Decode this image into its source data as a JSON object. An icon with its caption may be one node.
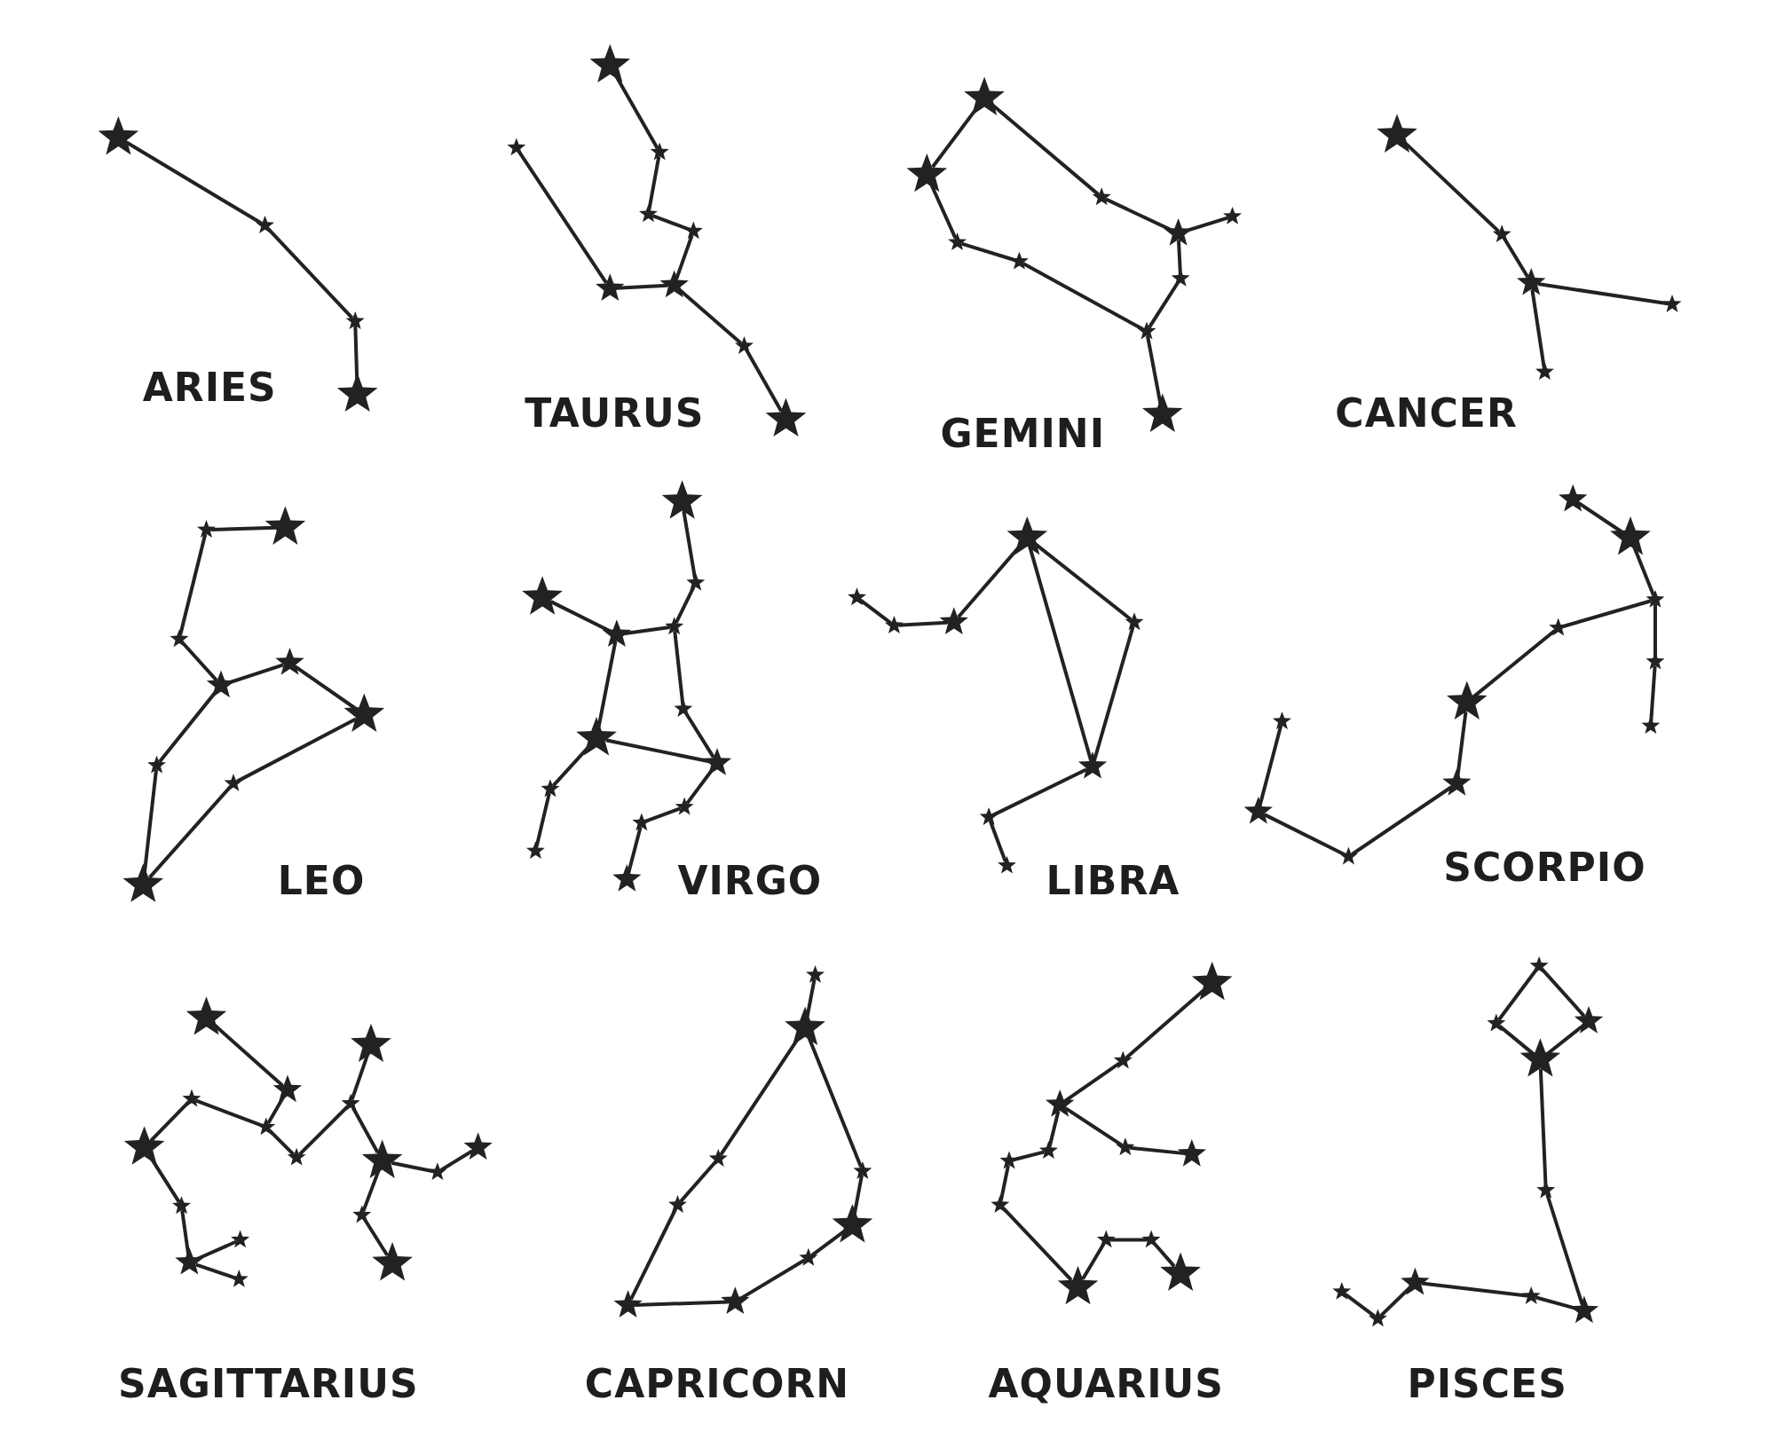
{
  "diagram": {
    "nodes": [
      {
        "text": [],
        "shape": "star"
      },
      {
        "text": [],
        "shape": "star"
      },
      {
        "text": [],
        "shape": "star"
      },
      {
        "text": [],
        "shape": "star"
      },
      {
        "text": [],
        "shape": "star"
      },
      {
        "text": [],
        "shape": "star"
      },
      {
        "text": [],
        "shape": "star"
      },
      {
        "text": [],
        "shape": "star"
      },
      {
        "text": [],
        "shape": "star"
      },
      {
        "text": [],
        "shape": "star"
      },
      {
        "text": [],
        "shape": "star"
      },
      {
        "text": [],
        "shape": "star"
      },
      {
        "text": [],
        "shape": "star"
      },
      {
        "text": [],
        "shape": "star"
      },
      {
        "text": [],
        "shape": "star"
      },
      {
        "text": [],
        "shape": "star"
      },
      {
        "text": [],
        "shape": "star"
      },
      {
        "text": [],
        "shape": "star"
      },
      {
        "text": [],
        "shape": "star"
      },
      {
        "text": [],
        "shape": "star"
      },
      {
        "text": [],
        "shape": "star"
      },
      {
        "text": [],
        "shape": "star"
      },
      {
        "text": [],
        "shape": "star"
      },
      {
        "text": [],
        "shape": "star"
      },
      {
        "text": [],
        "shape": "star"
      },
      {
        "text": [],
        "shape": "star"
      },
      {
        "text": [],
        "shape": "star"
      },
      {
        "text": [],
        "shape": "star"
      },
      {
        "text": [],
        "shape": "star"
      },
      {
        "text": [],
        "shape": "star"
      },
      {
        "text": [],
        "shape": "star"
      },
      {
        "text": [],
        "shape": "star"
      },
      {
        "text": [],
        "shape": "star"
      },
      {
        "text": [],
        "shape": "star"
      },
      {
        "text": [],
        "shape": "star"
      },
      {
        "text": [],
        "shape": "star"
      },
      {
        "text": [],
        "shape": "star"
      },
      {
        "text": [],
        "shape": "star"
      },
      {
        "text": [],
        "shape": "star"
      },
      {
        "text": [],
        "shape": "star"
      },
      {
        "text": [],
        "shape": "star"
      },
      {
        "text": [],
        "shape": "star"
      },
      {
        "text": [],
        "shape": "star"
      },
      {
        "text": [],
        "shape": "star"
      },
      {
        "text": [],
        "shape": "star"
      },
      {
        "text": [],
        "shape": "star"
      },
      {
        "text": [],
        "shape": "star"
      },
      {
        "text": [],
        "shape": "star"
      },
      {
        "text": [],
        "shape": "star"
      },
      {
        "text": [],
        "shape": "star"
      },
      {
        "text": [],
        "shape": "star"
      },
      {
        "text": [],
        "shape": "star"
      },
      {
        "text": [],
        "shape": "star"
      },
      {
        "text": [],
        "shape": "star"
      },
      {
        "text": [],
        "shape": "star"
      },
      {
        "text": [],
        "shape": "star"
      },
      {
        "text": [],
        "shape": "star"
      },
      {
        "text": [],
        "shape": "star"
      },
      {
        "text": [],
        "shape": "star"
      },
      {
        "text": [],
        "shape": "star"
      },
      {
        "text": [],
        "shape": "star"
      },
      {
        "text": [],
        "shape": "star"
      },
      {
        "text": [],
        "shape": "star"
      },
      {
        "text": [],
        "shape": "star"
      },
      {
        "text": [],
        "shape": "star"
      },
      {
        "text": [],
        "shape": "star"
      },
      {
        "text": [],
        "shape": "star"
      },
      {
        "text": [],
        "shape": "star"
      },
      {
        "text": [],
        "shape": "star"
      },
      {
        "text": [],
        "shape": "star"
      },
      {
        "text": [],
        "shape": "star"
      },
      {
        "text": [],
        "shape": "star"
      },
      {
        "text": [],
        "shape": "star"
      },
      {
        "text": [],
        "shape": "star"
      },
      {
        "text": [],
        "shape": "star"
      },
      {
        "text": [],
        "shape": "star"
      },
      {
        "text": [],
        "shape": "star"
      },
      {
        "text": [],
        "shape": "star"
      },
      {
        "text": [],
        "shape": "star"
      },
      {
        "text": [],
        "shape": "star"
      },
      {
        "text": [],
        "shape": "star"
      },
      {
        "text": [],
        "shape": "star"
      },
      {
        "text": [],
        "shape": "star"
      },
      {
        "text": [],
        "shape": "star"
      },
      {
        "text": [],
        "shape": "star"
      },
      {
        "text": [],
        "shape": "star"
      },
      {
        "text": [],
        "shape": "star"
      },
      {
        "text": [],
        "shape": "star"
      },
      {
        "text": [],
        "shape": "star"
      },
      {
        "text": [],
        "shape": "star"
      },
      {
        "text": [],
        "shape": "star"
      },
      {
        "text": [],
        "shape": "star"
      },
      {
        "text": [],
        "shape": "star"
      },
      {
        "text": [],
        "shape": "star"
      },
      {
        "text": [],
        "shape": "star"
      },
      {
        "text": [],
        "shape": "star"
      },
      {
        "text": [],
        "shape": "star"
      },
      {
        "text": [],
        "shape": "star"
      },
      {
        "text": [],
        "shape": "star"
      },
      {
        "text": [],
        "shape": "star"
      },
      {
        "text": [],
        "shape": "star"
      },
      {
        "text": [],
        "shape": "star"
      },
      {
        "text": [],
        "shape": "star"
      },
      {
        "text": [],
        "shape": "star"
      },
      {
        "text": [],
        "shape": "star"
      },
      {
        "text": [],
        "shape": "star"
      },
      {
        "text": [],
        "shape": "star"
      },
      {
        "text": [],
        "shape": "star"
      },
      {
        "text": [],
        "shape": "star"
      },
      {
        "text": [],
        "shape": "star"
      },
      {
        "text": [],
        "shape": "star"
      },
      {
        "text": [],
        "shape": "star"
      },
      {
        "text": [],
        "shape": "star"
      },
      {
        "text": [],
        "shape": "star"
      },
      {
        "text": [],
        "shape": "star"
      },
      {
        "text": [],
        "shape": "star"
      },
      {
        "text": [],
        "shape": "star"
      }
    ],
    "edges": [
      {
        "from": 0,
        "to": 1,
        "arrow": "none"
      },
      {
        "from": 1,
        "to": 2,
        "arrow": "none"
      },
      {
        "from": 2,
        "to": 3,
        "arrow": "none"
      },
      {
        "from": 4,
        "to": 5,
        "arrow": "none"
      },
      {
        "from": 5,
        "to": 6,
        "arrow": "none"
      },
      {
        "from": 6,
        "to": 7,
        "arrow": "none"
      },
      {
        "from": 7,
        "to": 8,
        "arrow": "none"
      },
      {
        "from": 8,
        "to": 9,
        "arrow": "none"
      },
      {
        "from": 9,
        "to": 10,
        "arrow": "none"
      },
      {
        "from": 8,
        "to": 11,
        "arrow": "none"
      },
      {
        "from": 11,
        "to": 12,
        "arrow": "none"
      },
      {
        "from": 13,
        "to": 14,
        "arrow": "none"
      },
      {
        "from": 14,
        "to": 15,
        "arrow": "none"
      },
      {
        "from": 15,
        "to": 16,
        "arrow": "none"
      },
      {
        "from": 16,
        "to": 17,
        "arrow": "none"
      },
      {
        "from": 17,
        "to": 18,
        "arrow": "none"
      },
      {
        "from": 13,
        "to": 19,
        "arrow": "none"
      },
      {
        "from": 19,
        "to": 20,
        "arrow": "none"
      },
      {
        "from": 20,
        "to": 21,
        "arrow": "none"
      },
      {
        "from": 20,
        "to": 22,
        "arrow": "none"
      },
      {
        "from": 22,
        "to": 17,
        "arrow": "none"
      },
      {
        "from": 23,
        "to": 24,
        "arrow": "none"
      },
      {
        "from": 24,
        "to": 25,
        "arrow": "none"
      },
      {
        "from": 25,
        "to": 26,
        "arrow": "none"
      },
      {
        "from": 25,
        "to": 27,
        "arrow": "none"
      },
      {
        "from": 28,
        "to": 29,
        "arrow": "none"
      },
      {
        "from": 29,
        "to": 30,
        "arrow": "none"
      },
      {
        "from": 30,
        "to": 31,
        "arrow": "none"
      },
      {
        "from": 31,
        "to": 32,
        "arrow": "none"
      },
      {
        "from": 32,
        "to": 33,
        "arrow": "none"
      },
      {
        "from": 33,
        "to": 34,
        "arrow": "none"
      },
      {
        "from": 34,
        "to": 35,
        "arrow": "none"
      },
      {
        "from": 35,
        "to": 36,
        "arrow": "none"
      },
      {
        "from": 36,
        "to": 31,
        "arrow": "none"
      },
      {
        "from": 37,
        "to": 38,
        "arrow": "none"
      },
      {
        "from": 38,
        "to": 39,
        "arrow": "none"
      },
      {
        "from": 39,
        "to": 40,
        "arrow": "none"
      },
      {
        "from": 40,
        "to": 41,
        "arrow": "none"
      },
      {
        "from": 40,
        "to": 42,
        "arrow": "none"
      },
      {
        "from": 39,
        "to": 43,
        "arrow": "none"
      },
      {
        "from": 43,
        "to": 44,
        "arrow": "none"
      },
      {
        "from": 42,
        "to": 44,
        "arrow": "none"
      },
      {
        "from": 44,
        "to": 45,
        "arrow": "none"
      },
      {
        "from": 45,
        "to": 46,
        "arrow": "none"
      },
      {
        "from": 46,
        "to": 47,
        "arrow": "none"
      },
      {
        "from": 42,
        "to": 48,
        "arrow": "none"
      },
      {
        "from": 48,
        "to": 49,
        "arrow": "none"
      },
      {
        "from": 50,
        "to": 51,
        "arrow": "none"
      },
      {
        "from": 51,
        "to": 52,
        "arrow": "none"
      },
      {
        "from": 50,
        "to": 52,
        "arrow": "none"
      },
      {
        "from": 52,
        "to": 53,
        "arrow": "none"
      },
      {
        "from": 53,
        "to": 54,
        "arrow": "none"
      },
      {
        "from": 50,
        "to": 55,
        "arrow": "none"
      },
      {
        "from": 55,
        "to": 56,
        "arrow": "none"
      },
      {
        "from": 56,
        "to": 57,
        "arrow": "none"
      },
      {
        "from": 58,
        "to": 59,
        "arrow": "none"
      },
      {
        "from": 59,
        "to": 60,
        "arrow": "none"
      },
      {
        "from": 60,
        "to": 61,
        "arrow": "none"
      },
      {
        "from": 61,
        "to": 62,
        "arrow": "none"
      },
      {
        "from": 62,
        "to": 63,
        "arrow": "none"
      },
      {
        "from": 63,
        "to": 64,
        "arrow": "none"
      },
      {
        "from": 64,
        "to": 65,
        "arrow": "none"
      },
      {
        "from": 65,
        "to": 66,
        "arrow": "none"
      },
      {
        "from": 60,
        "to": 67,
        "arrow": "none"
      },
      {
        "from": 67,
        "to": 68,
        "arrow": "none"
      },
      {
        "from": 69,
        "to": 70,
        "arrow": "none"
      },
      {
        "from": 70,
        "to": 71,
        "arrow": "none"
      },
      {
        "from": 71,
        "to": 72,
        "arrow": "none"
      },
      {
        "from": 72,
        "to": 73,
        "arrow": "none"
      },
      {
        "from": 73,
        "to": 74,
        "arrow": "none"
      },
      {
        "from": 71,
        "to": 75,
        "arrow": "none"
      },
      {
        "from": 75,
        "to": 76,
        "arrow": "none"
      },
      {
        "from": 76,
        "to": 77,
        "arrow": "none"
      },
      {
        "from": 77,
        "to": 78,
        "arrow": "none"
      },
      {
        "from": 78,
        "to": 79,
        "arrow": "none"
      },
      {
        "from": 78,
        "to": 80,
        "arrow": "none"
      },
      {
        "from": 73,
        "to": 81,
        "arrow": "none"
      },
      {
        "from": 81,
        "to": 82,
        "arrow": "none"
      },
      {
        "from": 82,
        "to": 83,
        "arrow": "none"
      },
      {
        "from": 81,
        "to": 84,
        "arrow": "none"
      },
      {
        "from": 84,
        "to": 85,
        "arrow": "none"
      },
      {
        "from": 86,
        "to": 87,
        "arrow": "none"
      },
      {
        "from": 87,
        "to": 88,
        "arrow": "none"
      },
      {
        "from": 88,
        "to": 89,
        "arrow": "none"
      },
      {
        "from": 89,
        "to": 90,
        "arrow": "none"
      },
      {
        "from": 90,
        "to": 91,
        "arrow": "none"
      },
      {
        "from": 91,
        "to": 92,
        "arrow": "none"
      },
      {
        "from": 92,
        "to": 93,
        "arrow": "none"
      },
      {
        "from": 93,
        "to": 94,
        "arrow": "none"
      },
      {
        "from": 94,
        "to": 87,
        "arrow": "none"
      },
      {
        "from": 95,
        "to": 96,
        "arrow": "none"
      },
      {
        "from": 96,
        "to": 97,
        "arrow": "none"
      },
      {
        "from": 97,
        "to": 98,
        "arrow": "none"
      },
      {
        "from": 98,
        "to": 99,
        "arrow": "none"
      },
      {
        "from": 97,
        "to": 100,
        "arrow": "none"
      },
      {
        "from": 100,
        "to": 101,
        "arrow": "none"
      },
      {
        "from": 101,
        "to": 102,
        "arrow": "none"
      },
      {
        "from": 102,
        "to": 103,
        "arrow": "none"
      },
      {
        "from": 103,
        "to": 104,
        "arrow": "none"
      },
      {
        "from": 104,
        "to": 105,
        "arrow": "none"
      },
      {
        "from": 105,
        "to": 106,
        "arrow": "none"
      },
      {
        "from": 107,
        "to": 108,
        "arrow": "none"
      },
      {
        "from": 108,
        "to": 109,
        "arrow": "none"
      },
      {
        "from": 109,
        "to": 110,
        "arrow": "none"
      },
      {
        "from": 110,
        "to": 107,
        "arrow": "none"
      },
      {
        "from": 109,
        "to": 111,
        "arrow": "none"
      },
      {
        "from": 111,
        "to": 112,
        "arrow": "none"
      },
      {
        "from": 112,
        "to": 113,
        "arrow": "none"
      },
      {
        "from": 113,
        "to": 114,
        "arrow": "none"
      },
      {
        "from": 114,
        "to": 115,
        "arrow": "none"
      },
      {
        "from": 115,
        "to": 116,
        "arrow": "none"
      }
    ],
    "labels": [
      "ARIES",
      "TAURUS",
      "GEMINI",
      "CANCER",
      "LEO",
      "VIRGO",
      "LIBRA",
      "SCORPIO",
      "SAGITTARIUS",
      "CAPRICORN",
      "AQUARIUS",
      "PISCES"
    ]
  }
}
